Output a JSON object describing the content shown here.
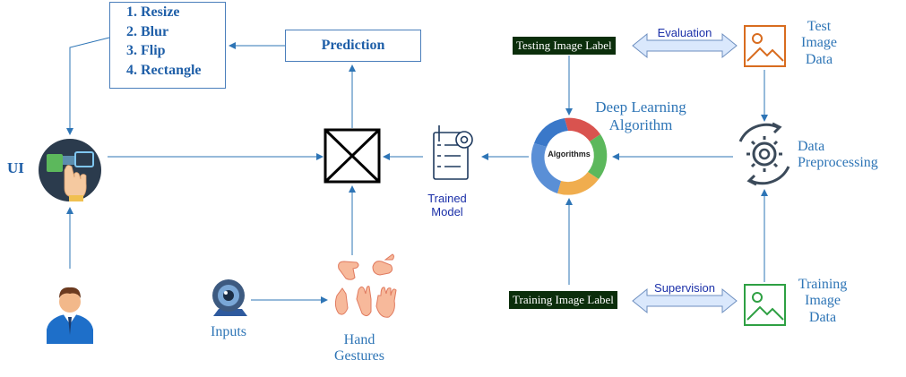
{
  "steps": [
    "1. Resize",
    "2. Blur",
    "3. Flip",
    "4. Rectangle"
  ],
  "prediction_label": "Prediction",
  "ui_label": "UI",
  "inputs_label": "Inputs",
  "hand_gestures_label": [
    "Hand",
    "Gestures"
  ],
  "trained_model_label": [
    "Trained",
    "Model"
  ],
  "deep_learning_label": [
    "Deep Learning",
    "Algorithm"
  ],
  "algorithms_center": "Algorithms",
  "testing_label": "Testing Image Label",
  "training_label": "Training Image Label",
  "evaluation_label": "Evaluation",
  "supervision_label": "Supervision",
  "test_data_label": [
    "Test",
    "Image",
    "Data"
  ],
  "training_data_label": [
    "Training",
    "Image",
    "Data"
  ],
  "data_preprocessing_label": [
    "Data",
    "Preprocessing"
  ],
  "colors": {
    "line": "#2e75b6",
    "label_text": "#2e75b6",
    "bold_text": "#1f5fa8",
    "dark_label_bg": "#0b2e0b",
    "test_icon": "#d86c1f",
    "training_icon": "#2ea043",
    "ui_circle": "#2b3b4d"
  }
}
